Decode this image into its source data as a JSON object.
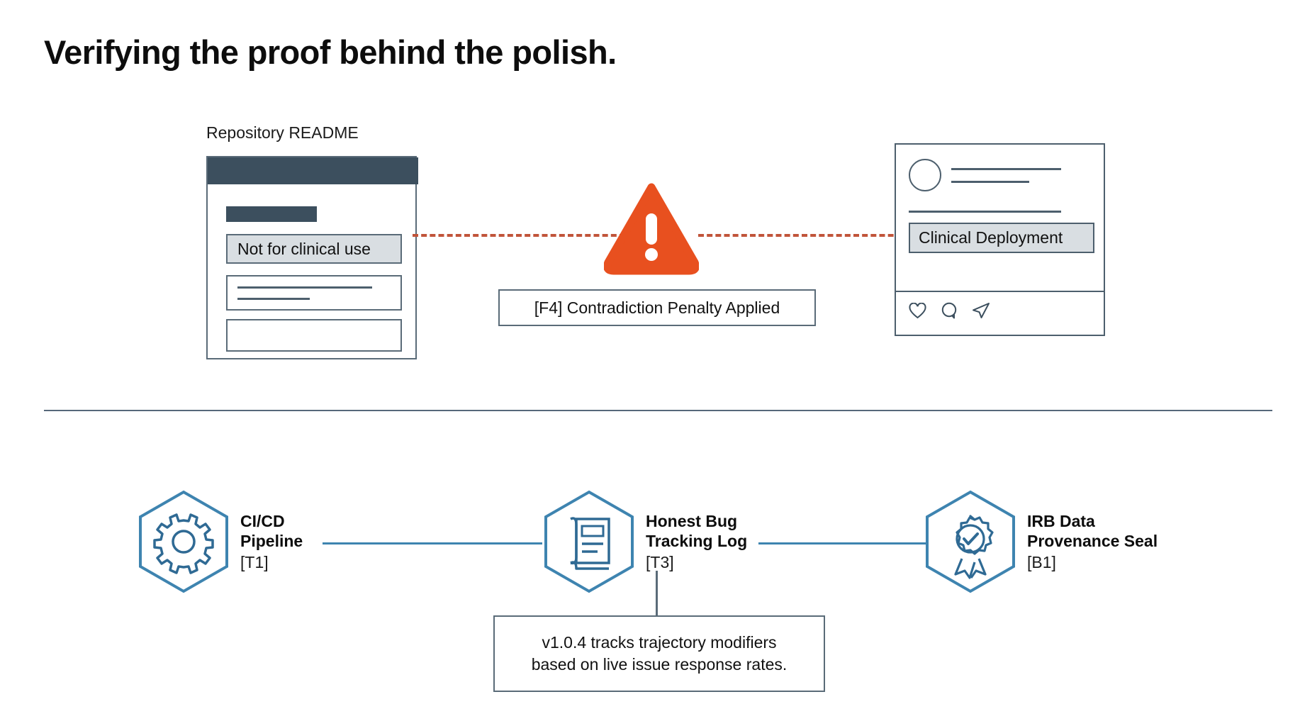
{
  "page": {
    "title": "Verifying the proof behind the polish.",
    "background": "#ffffff",
    "colors": {
      "slate": "#3c4f5e",
      "outline": "#5a6b78",
      "highlight_fill": "#d9dee2",
      "warning_orange": "#e8501f",
      "dashed_connector": "#c1543a",
      "hex_blue": "#3e84b0"
    }
  },
  "top_scene": {
    "readme": {
      "caption": "Repository README",
      "highlight_label": "Not for clinical use"
    },
    "warning": {
      "icon": "warning-triangle-icon",
      "penalty_label": "[F4] Contradiction Penalty Applied"
    },
    "social_card": {
      "highlight_label": "Clinical Deployment",
      "actions": [
        {
          "name": "like-icon",
          "glyph": "heart"
        },
        {
          "name": "comment-icon",
          "glyph": "speech-bubble"
        },
        {
          "name": "share-icon",
          "glyph": "paper-plane"
        }
      ]
    }
  },
  "bottom_scene": {
    "nodes": [
      {
        "title_line1": "CI/CD",
        "title_line2": "Pipeline",
        "code": "[T1]",
        "icon": "gear-icon"
      },
      {
        "title_line1": "Honest Bug",
        "title_line2": "Tracking Log",
        "code": "[T3]",
        "icon": "log-document-icon"
      },
      {
        "title_line1": "IRB Data",
        "title_line2": "Provenance Seal",
        "code": "[B1]",
        "icon": "award-seal-check-icon"
      }
    ],
    "note": {
      "line1": "v1.0.4 tracks trajectory modifiers",
      "line2": "based on live issue response rates."
    }
  }
}
